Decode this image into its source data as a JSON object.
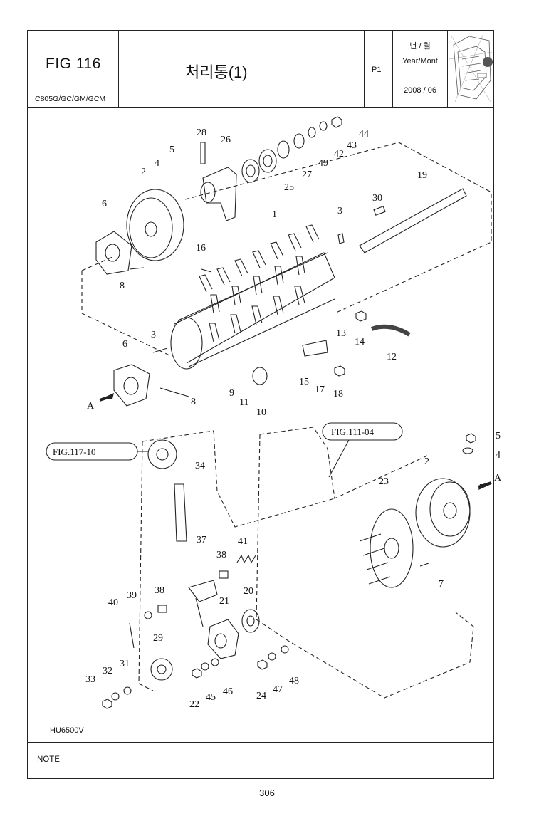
{
  "header": {
    "fig_label": "FIG 116",
    "models": "C805G/GC/GM/GCM",
    "title": "처리통(1)",
    "page_code": "P1",
    "year_month_ko": "년 / 월",
    "year_month_en": "Year/Mont",
    "year_month_value": "2008 / 06"
  },
  "diagram": {
    "figure_refs": [
      "FIG.117-10",
      "FIG.111-04"
    ],
    "direction_markers": [
      "A",
      "A"
    ],
    "upper_callouts": [
      "1",
      "2",
      "3",
      "3",
      "4",
      "5",
      "6",
      "6",
      "8",
      "8",
      "9",
      "10",
      "11",
      "12",
      "13",
      "14",
      "15",
      "16",
      "17",
      "18",
      "19",
      "25",
      "26",
      "27",
      "28",
      "30",
      "42",
      "43",
      "44",
      "49"
    ],
    "lower_callouts": [
      "2",
      "4",
      "5",
      "7",
      "20",
      "21",
      "22",
      "23",
      "24",
      "29",
      "31",
      "32",
      "33",
      "34",
      "37",
      "38",
      "38",
      "39",
      "40",
      "41",
      "45",
      "46",
      "47",
      "48"
    ]
  },
  "footer": {
    "drawing_code": "HU6500V",
    "note_label": "NOTE",
    "page_number": "306"
  },
  "colors": {
    "line": "#222222",
    "paper": "#ffffff"
  }
}
